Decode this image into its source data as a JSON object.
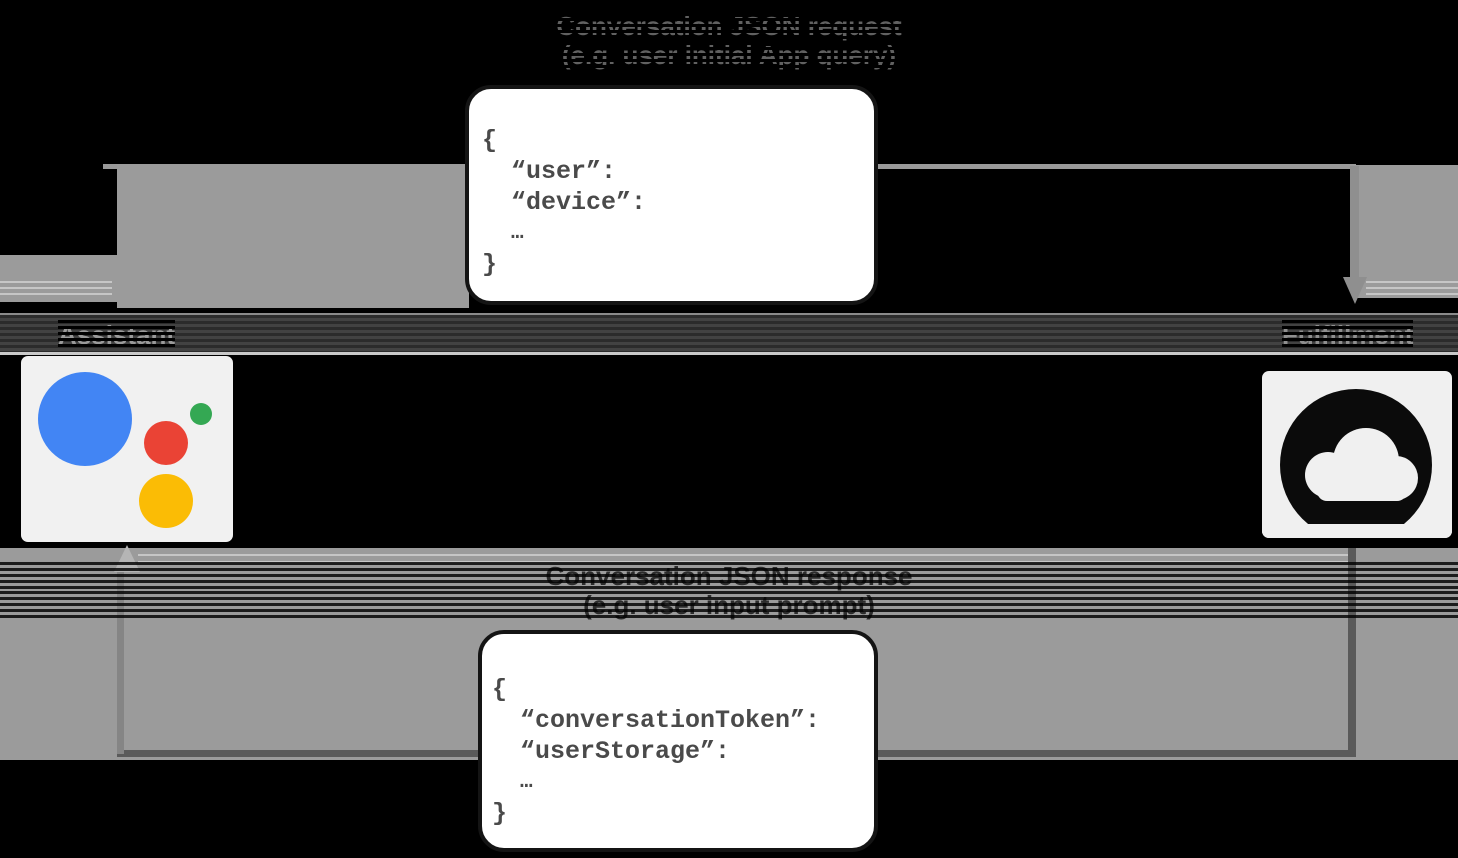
{
  "labels": {
    "request_line1": "Conversation JSON request",
    "request_line2": "(e.g. user initial App query)",
    "response_line1": "Conversation JSON response",
    "response_line2": "(e.g. user input prompt)",
    "assistant": "Assistant",
    "fulfillment": "Fulfillment"
  },
  "request_json": {
    "brace_open": "{",
    "user_line": "“user”:",
    "device_line": "“device”:",
    "ellipsis": "…",
    "brace_close": "}"
  },
  "response_json": {
    "brace_open": "{",
    "conversation_token_line": "“conversationToken”:",
    "user_storage_line": "“userStorage”:",
    "ellipsis": "…",
    "brace_close": "}"
  },
  "icons": {
    "assistant_logo": "google-assistant-logo",
    "fulfillment_icon": "cloud-icon",
    "request_arrow": "arrowhead-down-icon",
    "response_arrow": "arrowhead-up-icon"
  },
  "colors": {
    "background": "#000000",
    "arrow_band_gray": "#9b9b9b",
    "name_row_gray": "#424242",
    "arrow_dark_line": "#5a5a5a",
    "assistant_blue": "#4285F4",
    "assistant_red": "#EA4335",
    "assistant_green": "#34A853",
    "assistant_yellow": "#FBBC05",
    "code_text": "#4a4a4a",
    "code_box_bg": "#ffffff"
  }
}
